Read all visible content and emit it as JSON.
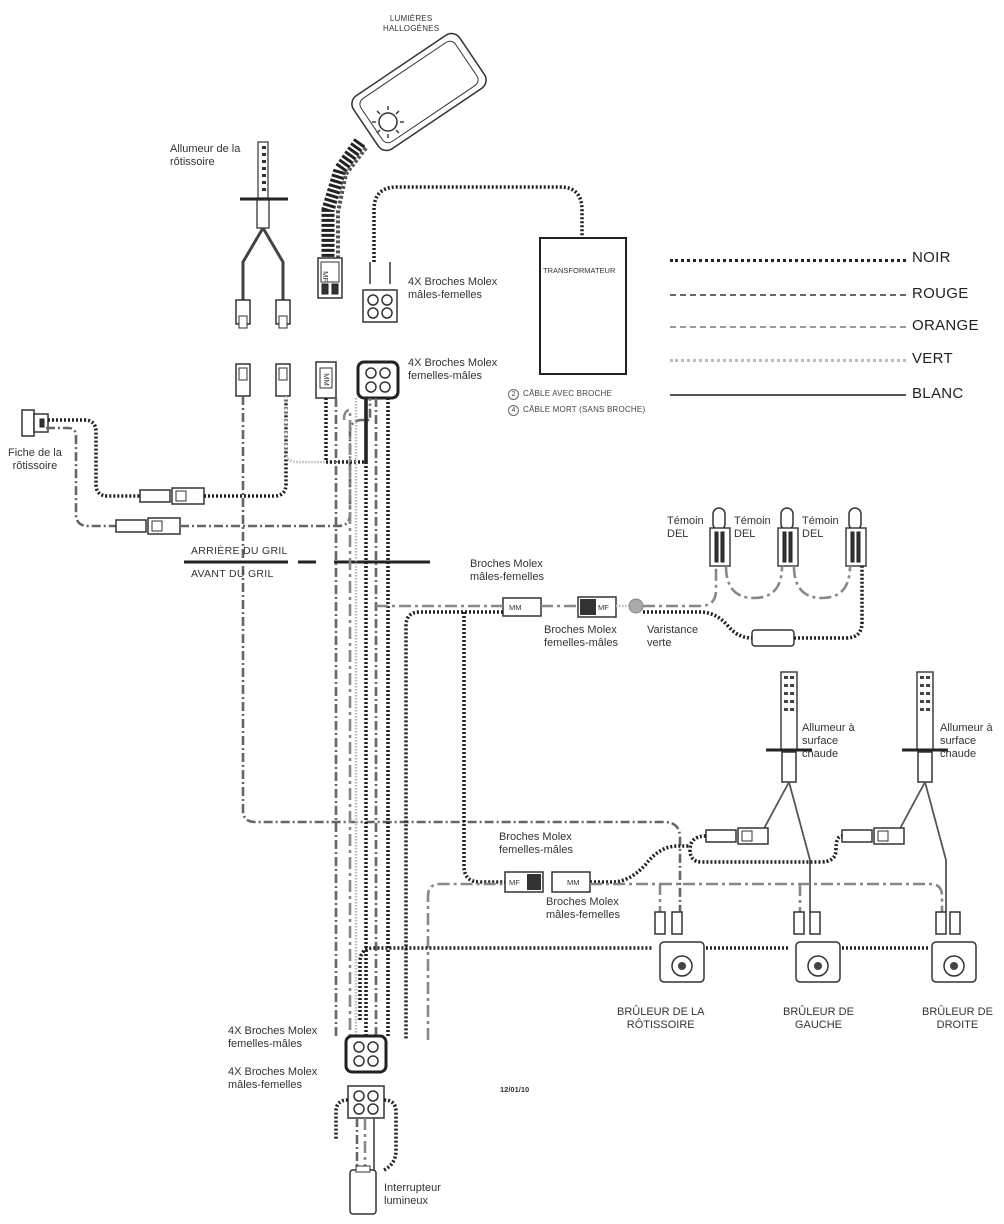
{
  "labels": {
    "lights": "LUMIÈRES\nHALLOGÈNES",
    "rotisserie_igniter": "Allumeur de la\nrôtissoire",
    "molex_4x_mf_top": "4X Broches Molex\nmâles-femelles",
    "molex_4x_fm_top": "4X Broches Molex\nfemelles-mâles",
    "transformer": "TRANSFORMATEUR",
    "rotisserie_plug": "Fiche de la\nrôtissoire",
    "grill_rear": "ARRIÈRE DU GRIL",
    "grill_front": "AVANT DU GRIL",
    "molex_mf_mid": "Broches Molex\nmâles-femelles",
    "molex_fm_mid": "Broches Molex\nfemelles-mâles",
    "varistor": "Varistance\nverte",
    "led_1": "Témoin\nDEL",
    "led_2": "Témoin\nDEL",
    "led_3": "Témoin\nDEL",
    "hot_igniter_1": "Allumeur à\nsurface\nchaude",
    "hot_igniter_2": "Allumeur à\nsurface\nchaude",
    "molex_fm_low": "Broches Molex\nfemelles-mâles",
    "molex_mf_low": "Broches Molex\nmâles-femelles",
    "burner_rotisserie": "BRÛLEUR DE LA\nRÔTISSOIRE",
    "burner_left": "BRÛLEUR DE\nGAUCHE",
    "burner_right": "BRÛLEUR DE\nDROITE",
    "molex_4x_fm_bottom": "4X Broches Molex\nfemelles-mâles",
    "molex_4x_mf_bottom": "4X Broches Molex\nmâles-femelles",
    "light_switch": "Interrupteur\nlumineux",
    "date": "12/01/10"
  },
  "connector_marks": {
    "mf": "MF",
    "mm": "MM"
  },
  "notes": [
    {
      "num": "2",
      "text": "CÂBLE AVEC BROCHE"
    },
    {
      "num": "4",
      "text": "CÂBLE MORT (SANS BROCHE)"
    }
  ],
  "legend": [
    {
      "label": "NOIR",
      "style": "black",
      "color": "#222222"
    },
    {
      "label": "ROUGE",
      "style": "red",
      "color": "#555555"
    },
    {
      "label": "ORANGE",
      "style": "orange",
      "color": "#777777"
    },
    {
      "label": "VERT",
      "style": "green",
      "color": "#aaaaaa"
    },
    {
      "label": "BLANC",
      "style": "white",
      "color": "#555555"
    }
  ]
}
